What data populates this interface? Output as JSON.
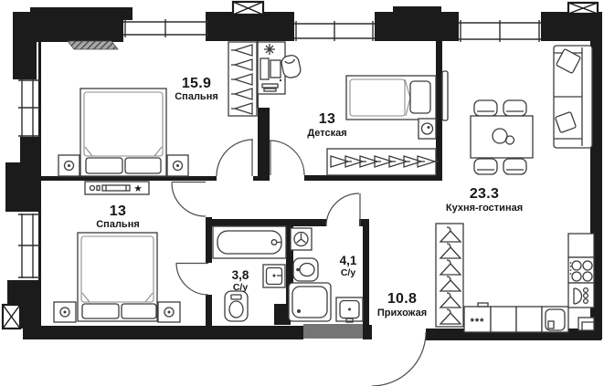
{
  "plan": {
    "rooms": [
      {
        "id": "bedroom-1",
        "area": "15.9",
        "name": "Спальня"
      },
      {
        "id": "nursery",
        "area": "13",
        "name": "Детская"
      },
      {
        "id": "kitchen-living",
        "area": "23.3",
        "name": "Кухня-гостиная"
      },
      {
        "id": "bedroom-2",
        "area": "13",
        "name": "Спальня"
      },
      {
        "id": "bathroom-small",
        "area": "3,8",
        "name": "С/у"
      },
      {
        "id": "bathroom-big",
        "area": "4,1",
        "name": "С/у"
      },
      {
        "id": "hallway",
        "area": "10.8",
        "name": "Прихожая"
      }
    ],
    "symbols": {
      "dishwasher": "***",
      "decor_star": "★"
    }
  }
}
